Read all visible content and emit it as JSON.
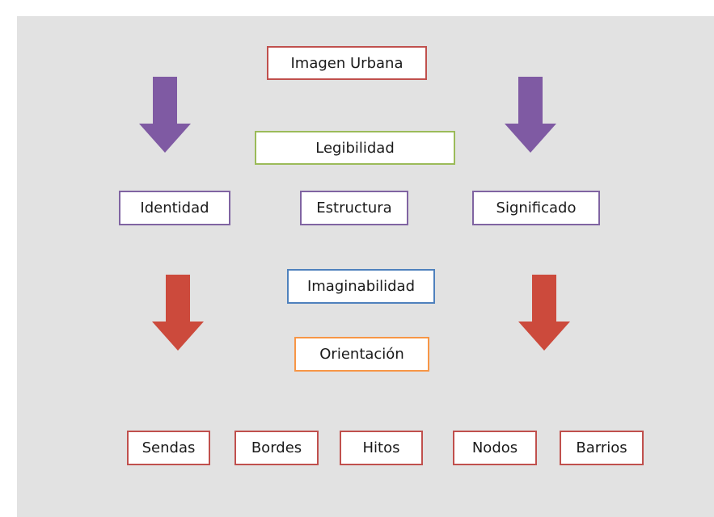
{
  "colors": {
    "background": "#e2e2e2",
    "arrow_purple": "#7f5aa3",
    "arrow_red": "#cc4a3c",
    "border_red": "#c0504d",
    "border_green": "#9bbb59",
    "border_purple": "#8064a2",
    "border_blue": "#4f81bd",
    "border_orange": "#f79646"
  },
  "nodes": {
    "imagen_urbana": "Imagen Urbana",
    "legibilidad": "Legibilidad",
    "identidad": "Identidad",
    "estructura": "Estructura",
    "significado": "Significado",
    "imaginabilidad": "Imaginabilidad",
    "orientacion": "Orientación",
    "sendas": "Sendas",
    "bordes": "Bordes",
    "hitos": "Hitos",
    "nodos": "Nodos",
    "barrios": "Barrios"
  },
  "arrows": [
    {
      "id": "purple-left",
      "color": "arrow_purple",
      "direction": "down"
    },
    {
      "id": "purple-right",
      "color": "arrow_purple",
      "direction": "down"
    },
    {
      "id": "red-left",
      "color": "arrow_red",
      "direction": "down"
    },
    {
      "id": "red-right",
      "color": "arrow_red",
      "direction": "down"
    }
  ]
}
